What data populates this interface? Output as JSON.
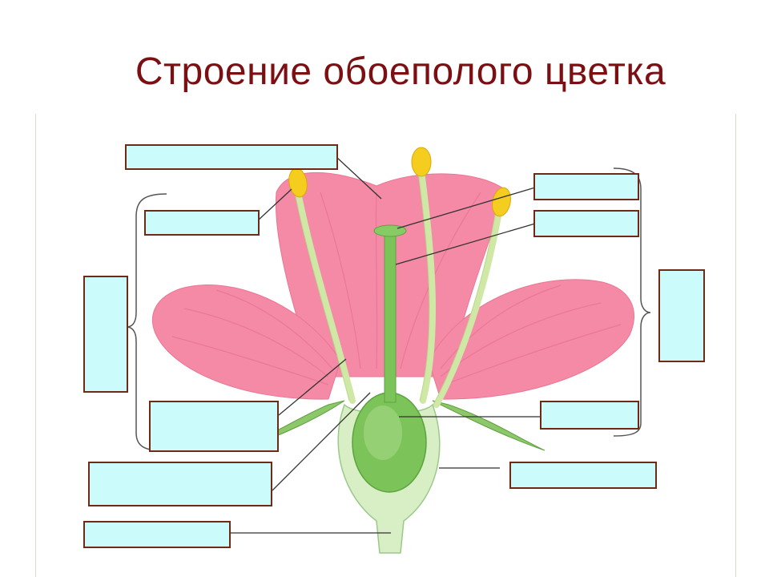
{
  "title": "Строение обоеполого цветка",
  "colors": {
    "title": "#7b0f12",
    "petal": "#f28aa4",
    "petal_vein": "#e36a8b",
    "stem_green": "#7cc45a",
    "pale_green": "#d6ecc0",
    "anther": "#f3c81a",
    "box_fill": "#ccfbfb",
    "box_border": "#6f2a17",
    "leader_line": "#333333"
  },
  "label_boxes": [
    {
      "id": "top-left-wide",
      "text": ""
    },
    {
      "id": "left-upper",
      "text": ""
    },
    {
      "id": "left-tall",
      "text": ""
    },
    {
      "id": "left-mid",
      "text": ""
    },
    {
      "id": "left-lower",
      "text": ""
    },
    {
      "id": "left-bottom",
      "text": ""
    },
    {
      "id": "right-top-1",
      "text": ""
    },
    {
      "id": "right-top-2",
      "text": ""
    },
    {
      "id": "right-tall",
      "text": ""
    },
    {
      "id": "right-mid",
      "text": ""
    },
    {
      "id": "right-lower",
      "text": ""
    }
  ]
}
